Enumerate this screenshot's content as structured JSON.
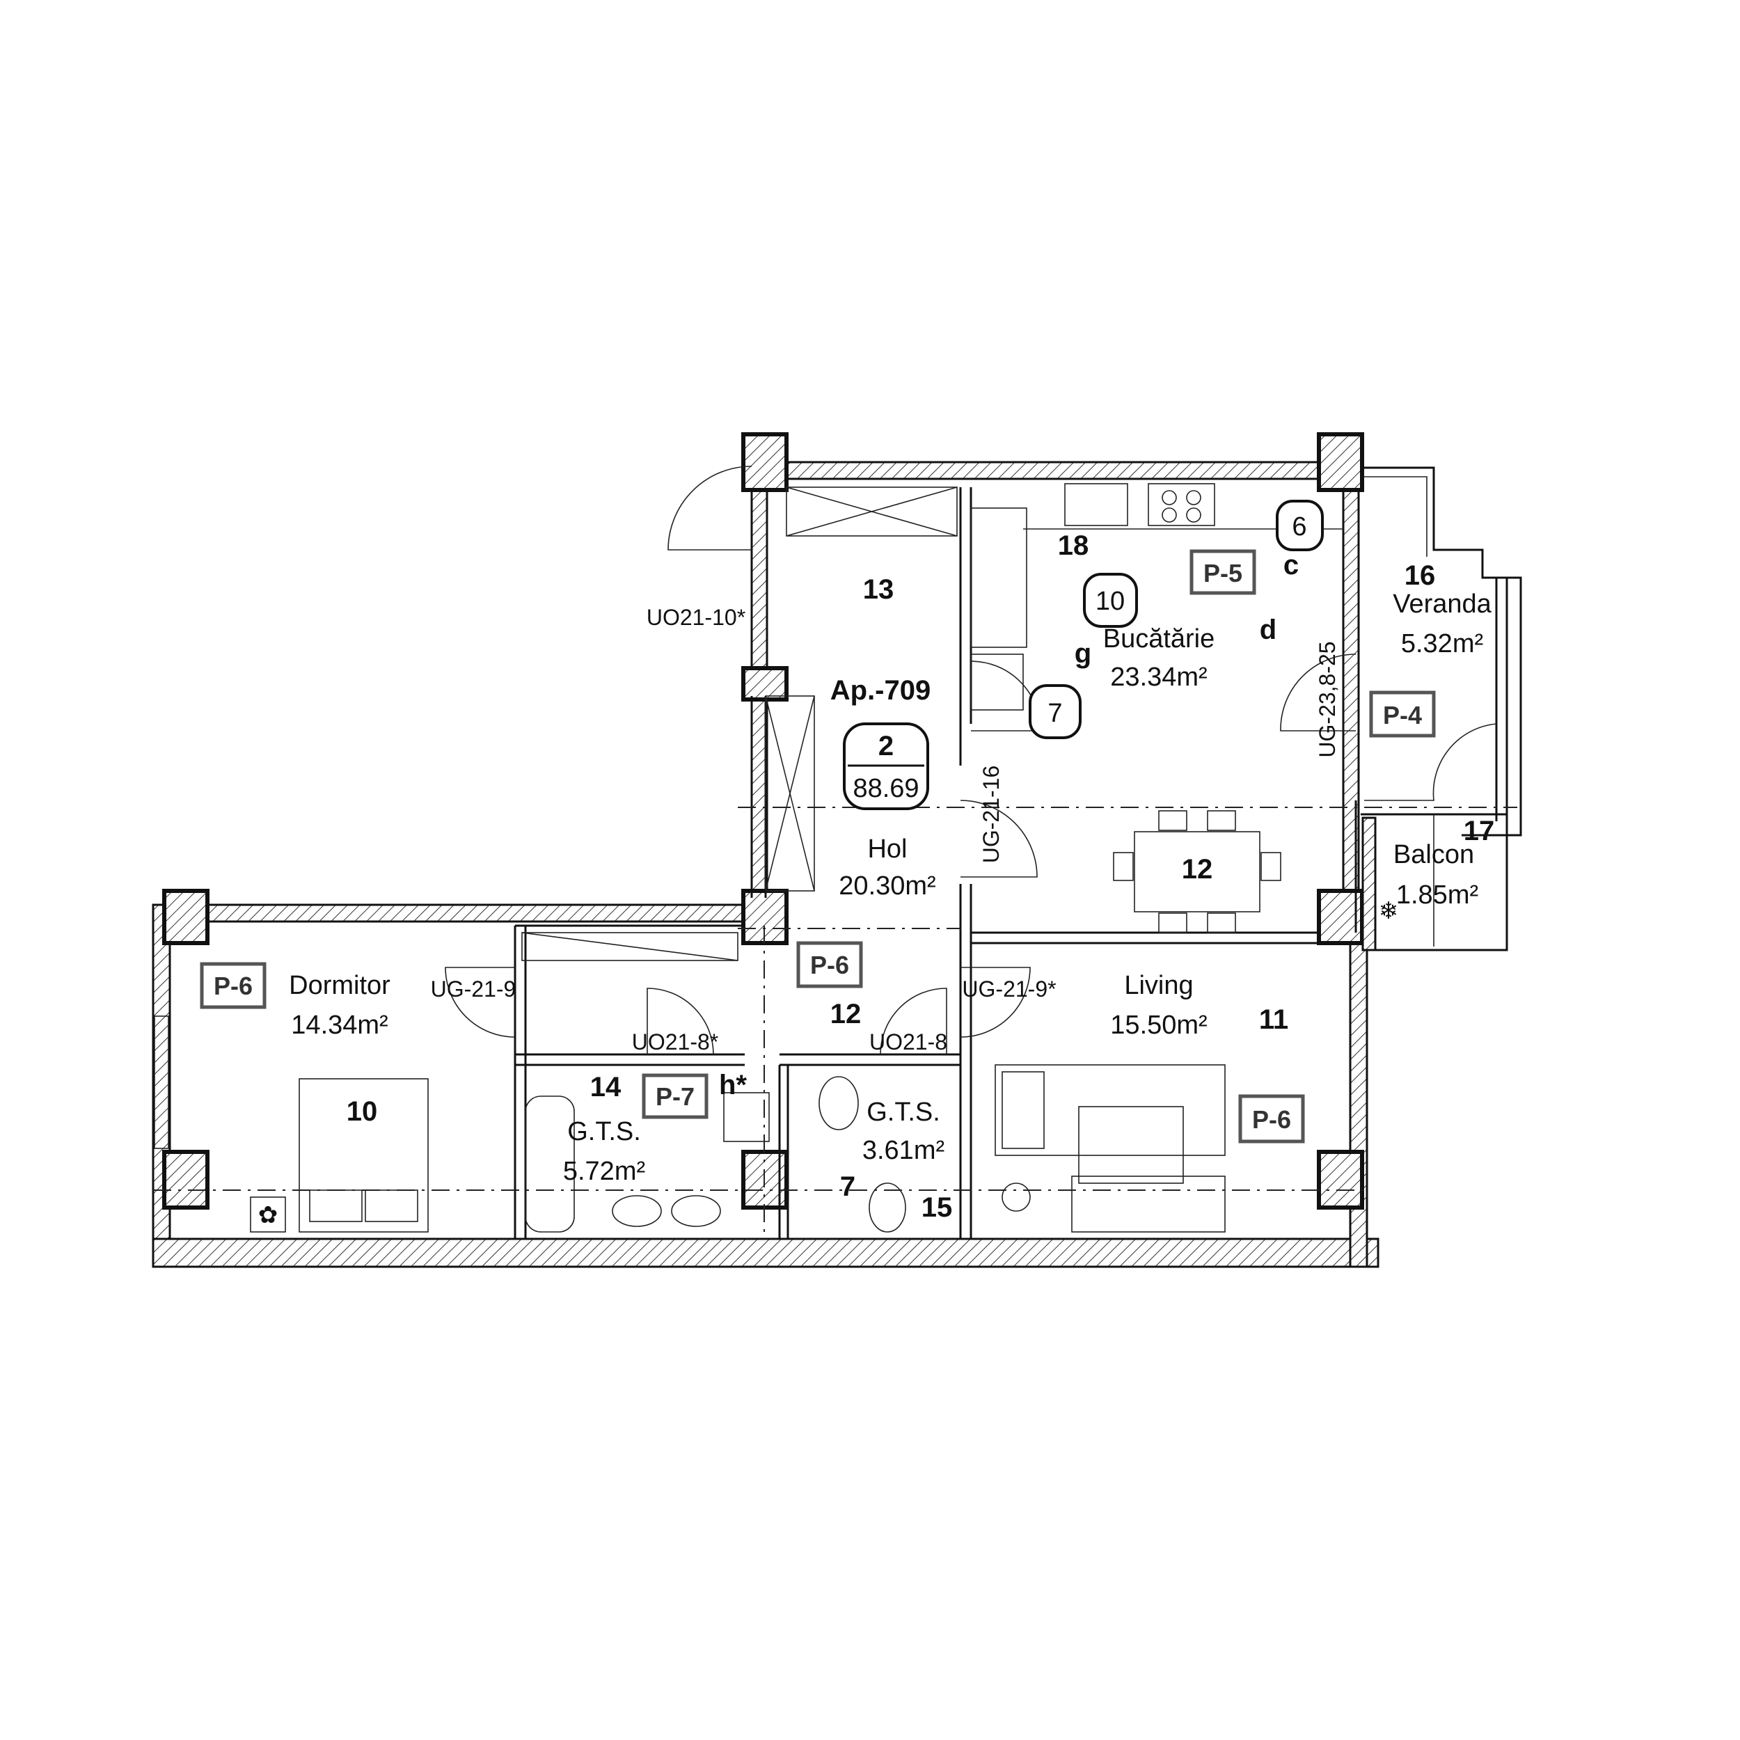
{
  "apartment": {
    "code": "Ap.-709",
    "rooms": "2",
    "area": "88.69"
  },
  "rooms": [
    {
      "id": "hol",
      "name": "Hol",
      "area": "20.30m²"
    },
    {
      "id": "bucatarie",
      "name": "Bucătărie",
      "area": "23.34m²"
    },
    {
      "id": "veranda",
      "name": "Veranda",
      "area": "5.32m²"
    },
    {
      "id": "balcon",
      "name": "Balcon",
      "area": "1.85m²"
    },
    {
      "id": "dormitor",
      "name": "Dormitor",
      "area": "14.34m²"
    },
    {
      "id": "living",
      "name": "Living",
      "area": "15.50m²"
    },
    {
      "id": "gts1",
      "name": "G.T.S.",
      "area": "5.72m²"
    },
    {
      "id": "gts2",
      "name": "G.T.S.",
      "area": "3.61m²"
    }
  ],
  "numbers": [
    "13",
    "18",
    "16",
    "12",
    "17",
    "12",
    "11",
    "10",
    "14",
    "7",
    "15"
  ],
  "circled": [
    "10",
    "7",
    "6"
  ],
  "letters": [
    "c",
    "d",
    "g",
    "h*"
  ],
  "panel_tags": [
    "P-5",
    "P-4",
    "P-6",
    "P-6",
    "P-6",
    "P-7"
  ],
  "door_tags": [
    "UO21-10*",
    "UG-21-16",
    "UG-23,8-25",
    "UG-21-9",
    "UG-21-9*",
    "UO21-8*",
    "UO21-8"
  ]
}
